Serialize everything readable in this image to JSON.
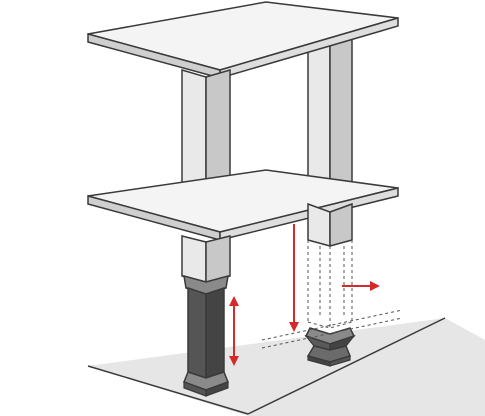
{
  "colors": {
    "background": "#ffffff",
    "outline": "#3a3a3a",
    "slab_top": "#f4f4f4",
    "slab_edge": "#cfcfcf",
    "column_light": "#e9e9e9",
    "column_shade": "#c8c8c8",
    "isolator_dark": "#444444",
    "isolator_mid": "#6b6b6b",
    "isolator_light": "#8a8a8a",
    "ground": "#e6e6e6",
    "arrow": "#d42a2a",
    "dashed": "#555555"
  },
  "elements": [
    "upper-floor-slab",
    "middle-floor-slab",
    "ground-plane",
    "front-column-upper",
    "back-column-upper",
    "front-column-lower",
    "back-column-lower-ghost",
    "front-base-isolator",
    "back-base-isolator",
    "vertical-movement-arrow",
    "downward-displacement-arrow",
    "horizontal-displacement-arrow"
  ]
}
